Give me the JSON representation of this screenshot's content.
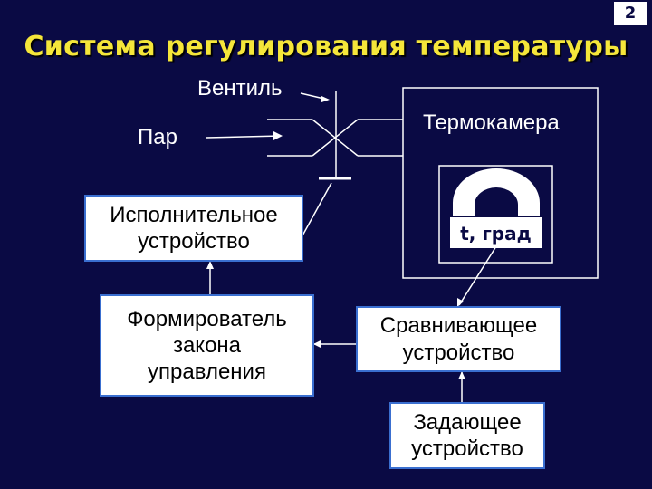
{
  "page_number": "2",
  "title": "Система регулирования температуры",
  "labels": {
    "valve": "Вентиль",
    "steam": "Пар",
    "chamber": "Термокамера",
    "gauge": "t, град"
  },
  "boxes": {
    "actuator": "Исполнительное\nустройство",
    "control_law_former": "Формирователь\nзакона\nуправления",
    "comparator": "Сравнивающее\nустройство",
    "setpoint": "Задающее\nустройство"
  },
  "colors": {
    "background": "#0a0a44",
    "title": "#f5e63a",
    "box_border": "#3a6fd0",
    "lines": "#ffffff"
  }
}
